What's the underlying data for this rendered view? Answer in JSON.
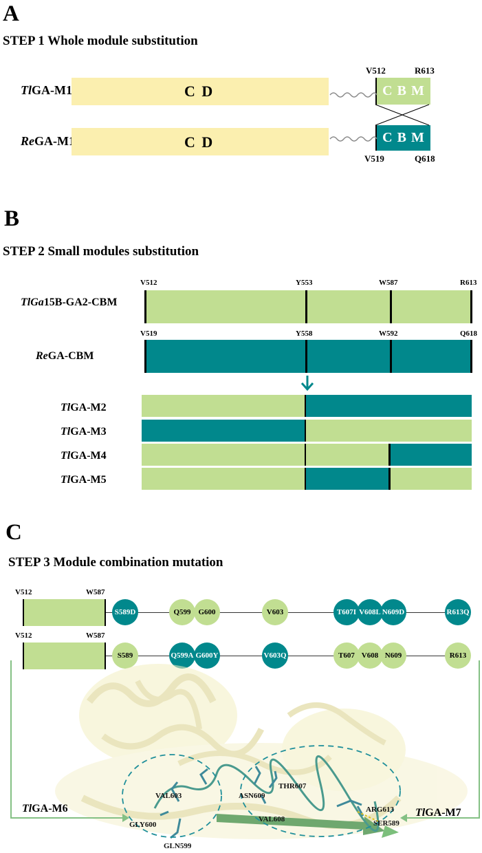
{
  "panel_a": {
    "letter": "A",
    "step": "STEP 1    Whole module substitution",
    "rows": [
      {
        "label_italic": "Tl",
        "label_rest": "GA-M1",
        "cd": "C D",
        "cbm": "C B M",
        "pos_left": "V512",
        "pos_right": "R613",
        "color": "#c1de92"
      },
      {
        "label_italic": "Re",
        "label_rest": "GA-M1",
        "cd": "C D",
        "cbm": "C B M",
        "pos_left": "V519",
        "pos_right": "Q618",
        "color": "#01888c"
      }
    ]
  },
  "panel_b": {
    "letter": "B",
    "step": "STEP 2  Small modules substitution",
    "ref_bars": [
      {
        "label_italic": "TlGa",
        "label_rest": "15B-GA2-CBM",
        "positions": [
          "V512",
          "Y553",
          "W587",
          "R613"
        ]
      },
      {
        "label_italic": "Re",
        "label_rest": "GA-CBM",
        "positions": [
          "V519",
          "Y558",
          "W592",
          "Q618"
        ]
      }
    ],
    "mutants": [
      {
        "label_italic": "Tl",
        "label_rest": "GA-M2",
        "segments": [
          "light",
          "dark",
          "dark"
        ]
      },
      {
        "label_italic": "Tl",
        "label_rest": "GA-M3",
        "segments": [
          "dark",
          "light",
          "light"
        ]
      },
      {
        "label_italic": "Tl",
        "label_rest": "GA-M4",
        "segments": [
          "light",
          "light",
          "dark"
        ]
      },
      {
        "label_italic": "Tl",
        "label_rest": "GA-M5",
        "segments": [
          "light",
          "dark",
          "light"
        ]
      }
    ]
  },
  "panel_c": {
    "letter": "C",
    "step": "STEP 3  Module combination mutation",
    "rows": [
      {
        "start": "V512",
        "end": "W587",
        "sites": [
          {
            "label": "S589D",
            "style": "dark"
          },
          {
            "label": "Q599",
            "style": "light"
          },
          {
            "label": "G600",
            "style": "light"
          },
          {
            "label": "V603",
            "style": "light"
          },
          {
            "label": "T607I",
            "style": "dark"
          },
          {
            "label": "V608L",
            "style": "dark"
          },
          {
            "label": "N609D",
            "style": "dark"
          },
          {
            "label": "R613Q",
            "style": "dark"
          }
        ]
      },
      {
        "start": "V512",
        "end": "W587",
        "sites": [
          {
            "label": "S589",
            "style": "light"
          },
          {
            "label": "Q599A",
            "style": "dark"
          },
          {
            "label": "G600Y",
            "style": "dark"
          },
          {
            "label": "V603Q",
            "style": "dark"
          },
          {
            "label": "T607",
            "style": "light"
          },
          {
            "label": "V608",
            "style": "light"
          },
          {
            "label": "N609",
            "style": "light"
          },
          {
            "label": "R613",
            "style": "light"
          }
        ]
      }
    ],
    "mutant_left": {
      "label_italic": "Tl",
      "label_rest": "GA-M6"
    },
    "mutant_right": {
      "label_italic": "Tl",
      "label_rest": "GA-M7"
    },
    "residues": [
      "VAL603",
      "GLY600",
      "GLN599",
      "ASN609",
      "THR607",
      "VAL608",
      "ARG613",
      "SER589"
    ]
  },
  "colors": {
    "light_green": "#c1de92",
    "teal": "#01888c",
    "cd_yellow": "#fbefaf",
    "arrow_green": "#84c084"
  }
}
